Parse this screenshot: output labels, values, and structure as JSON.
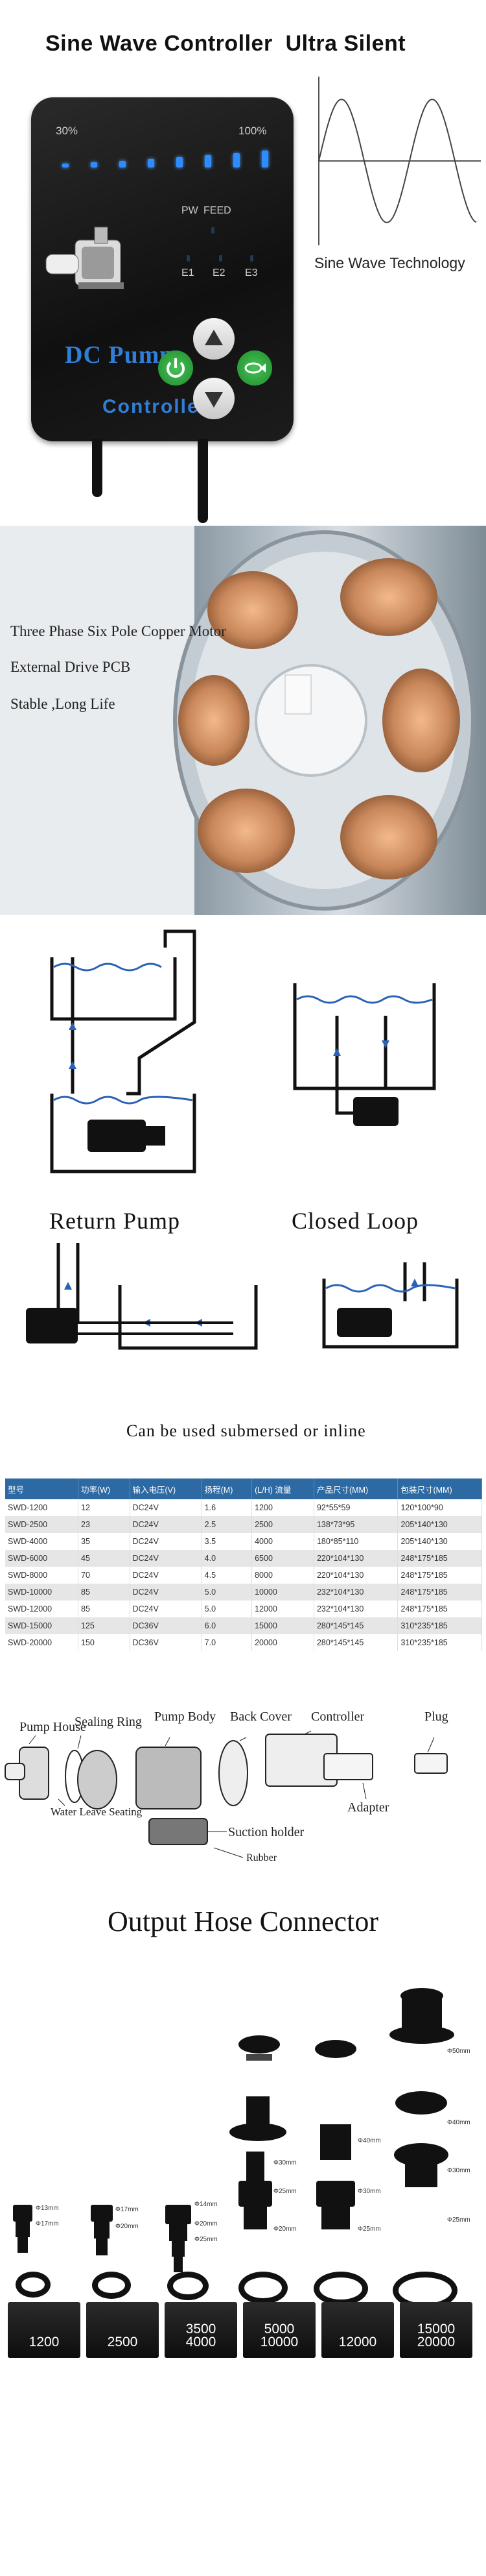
{
  "controller_section": {
    "title": "Sine Wave Controller  Ultra Silent",
    "pct_min": "30%",
    "pct_max": "100%",
    "pw_label": "PW",
    "feed_label": "FEED",
    "e1": "E1",
    "e2": "E2",
    "e3": "E3",
    "brand": "DC Pump",
    "controller_label": "Controller",
    "sine_caption": "Sine Wave Technology",
    "colors": {
      "led": "#2d8cff",
      "brand": "#2f7fd8",
      "power": "#2fae3e"
    }
  },
  "motor_section": {
    "lines": [
      "Three Phase Six Pole Copper Motor",
      "External Drive PCB",
      "Stable ,Long Life"
    ]
  },
  "diagram_section": {
    "return_pump": "Return Pump",
    "closed_loop": "Closed Loop",
    "submersed": "Can be used submersed or inline"
  },
  "spec_table": {
    "headers": [
      "型号",
      "功率(W)",
      "输入电压(V)",
      "扬程(M)",
      "(L/H) 流量",
      "产品尺寸(MM)",
      "包装尺寸(MM)"
    ],
    "rows": [
      [
        "SWD-1200",
        "12",
        "DC24V",
        "1.6",
        "1200",
        "92*55*59",
        "120*100*90"
      ],
      [
        "SWD-2500",
        "23",
        "DC24V",
        "2.5",
        "2500",
        "138*73*95",
        "205*140*130"
      ],
      [
        "SWD-4000",
        "35",
        "DC24V",
        "3.5",
        "4000",
        "180*85*110",
        "205*140*130"
      ],
      [
        "SWD-6000",
        "45",
        "DC24V",
        "4.0",
        "6500",
        "220*104*130",
        "248*175*185"
      ],
      [
        "SWD-8000",
        "70",
        "DC24V",
        "4.5",
        "8000",
        "220*104*130",
        "248*175*185"
      ],
      [
        "SWD-10000",
        "85",
        "DC24V",
        "5.0",
        "10000",
        "232*104*130",
        "248*175*185"
      ],
      [
        "SWD-12000",
        "85",
        "DC24V",
        "5.0",
        "12000",
        "232*104*130",
        "248*175*185"
      ],
      [
        "SWD-15000",
        "125",
        "DC36V",
        "6.0",
        "15000",
        "280*145*145",
        "310*235*185"
      ],
      [
        "SWD-20000",
        "150",
        "DC36V",
        "7.0",
        "20000",
        "280*145*145",
        "310*235*185"
      ]
    ]
  },
  "parts_section": {
    "pump_house": "Pump House",
    "sealing_ring": "Sealing Ring",
    "pump_body": "Pump Body",
    "back_cover": "Back Cover",
    "controller": "Controller",
    "plug": "Plug",
    "adapter": "Adapter",
    "water_leave_seating": "Water Leave Seating",
    "suction_holder": "Suction holder",
    "rubber": "Rubber"
  },
  "connector_section": {
    "title": "Output Hose Connector",
    "dims": {
      "c1a": "Φ13mm",
      "c1b": "Φ17mm",
      "c2a": "Φ17mm",
      "c2b": "Φ20mm",
      "c3a": "Φ14mm",
      "c3b": "Φ20mm",
      "c3c": "Φ25mm",
      "c4a": "Φ30mm",
      "c4b": "Φ25mm",
      "c4c": "Φ20mm",
      "c5a": "Φ40mm",
      "c5b": "Φ30mm",
      "c5c": "Φ25mm",
      "c6a": "Φ50mm",
      "c6b": "Φ40mm",
      "c6c": "Φ30mm",
      "c6d": "Φ25mm"
    },
    "labels": [
      "1200",
      "2500",
      "3500\n4000",
      "5000\n10000",
      "12000",
      "15000\n20000"
    ]
  }
}
